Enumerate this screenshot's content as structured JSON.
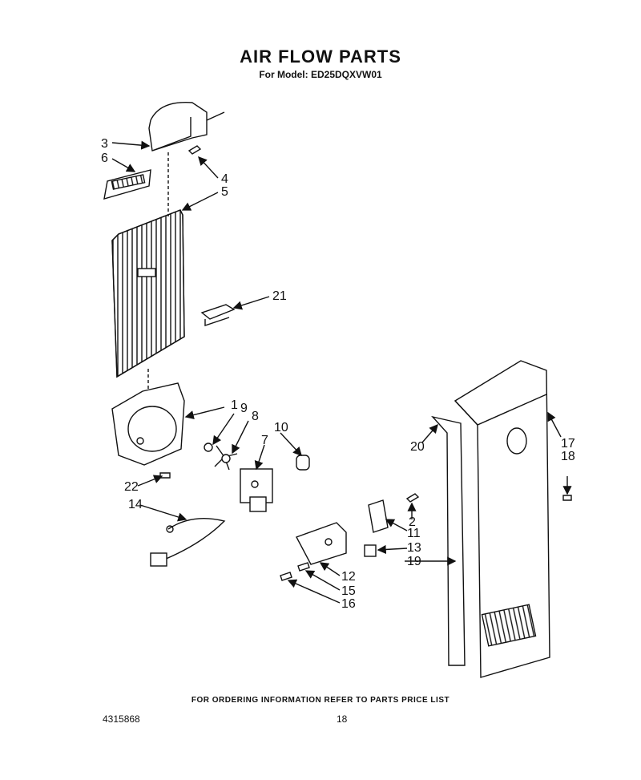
{
  "title": "AIR FLOW PARTS",
  "subtitle": "For Model: ED25DQXVW01",
  "callouts": [
    "3",
    "6",
    "4",
    "5",
    "21",
    "1",
    "9",
    "8",
    "7",
    "10",
    "22",
    "14",
    "20",
    "17",
    "18",
    "2",
    "11",
    "13",
    "12",
    "15",
    "16",
    "19"
  ],
  "footer_note": "FOR ORDERING INFORMATION REFER TO PARTS PRICE LIST",
  "doc_number": "4315868",
  "page_number": "18"
}
